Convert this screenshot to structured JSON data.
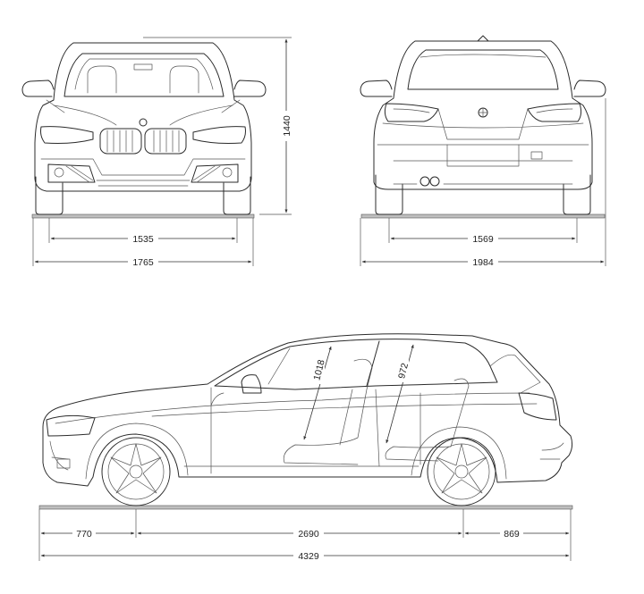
{
  "colors": {
    "line": "#2b2b2b",
    "ground": "#bfbfbf",
    "background": "#ffffff"
  },
  "front_view": {
    "height": "1440",
    "track": "1535",
    "width": "1765"
  },
  "rear_view": {
    "track": "1569",
    "width_with_mirrors": "1984"
  },
  "side_view": {
    "front_overhang": "770",
    "wheelbase": "2690",
    "rear_overhang": "869",
    "length": "4329",
    "front_headroom": "1018",
    "rear_headroom": "972"
  }
}
